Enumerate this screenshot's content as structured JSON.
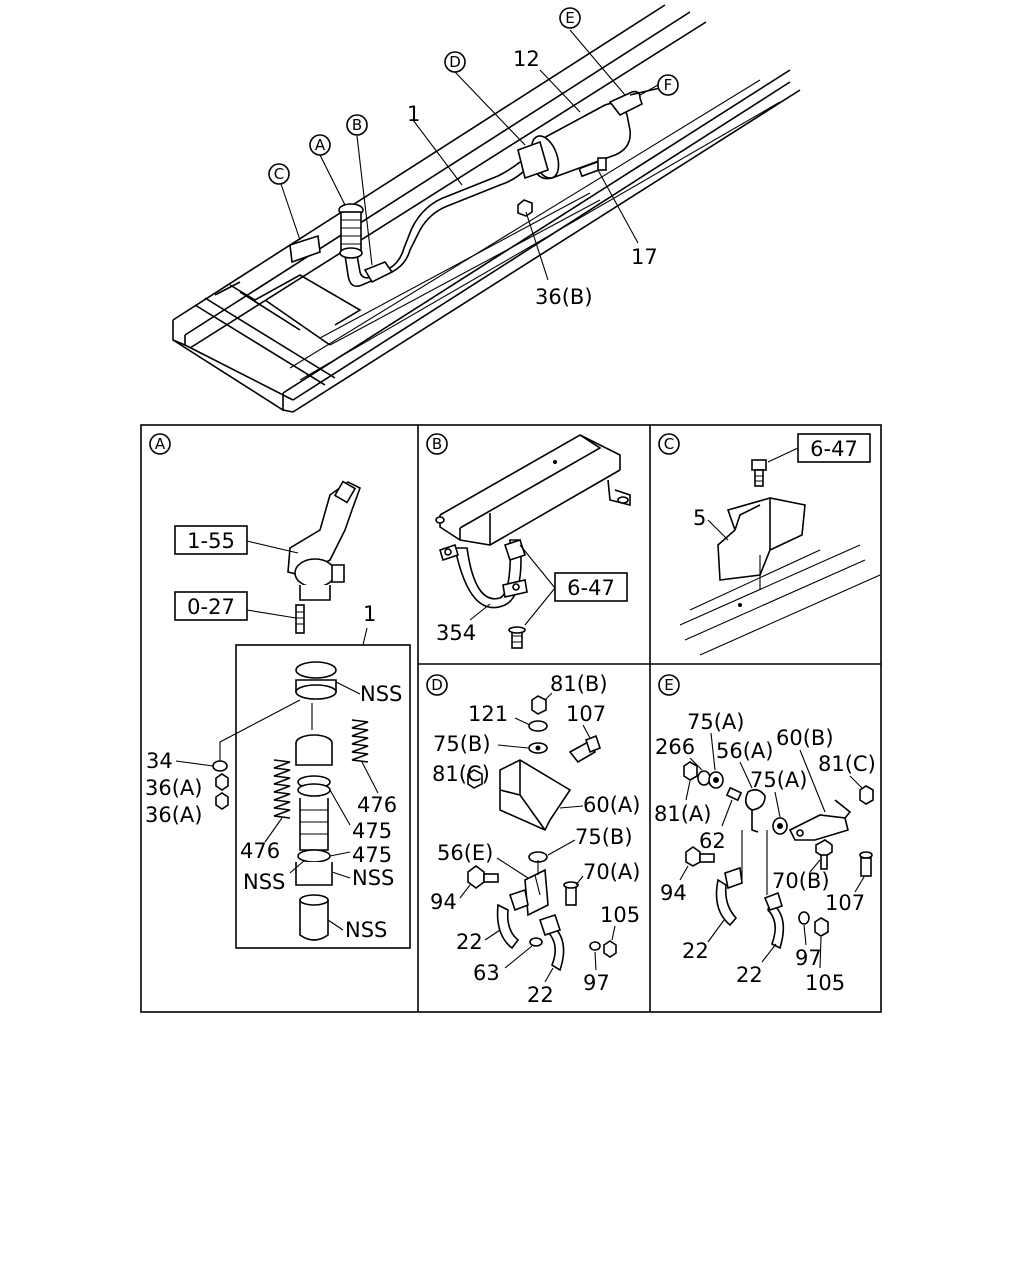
{
  "overview": {
    "callouts": [
      "A",
      "B",
      "C",
      "D",
      "E",
      "F"
    ],
    "part_labels": [
      "12",
      "1",
      "17",
      "36(B)"
    ]
  },
  "panel_a": {
    "id": "A",
    "refs": [
      "1-55",
      "0-27"
    ],
    "labels": [
      "1",
      "NSS",
      "34",
      "36(A)",
      "36(A)",
      "476",
      "475",
      "476",
      "475",
      "NSS",
      "NSS",
      "NSS"
    ]
  },
  "panel_b": {
    "id": "B",
    "refs": [
      "6-47"
    ],
    "labels": [
      "354"
    ]
  },
  "panel_c": {
    "id": "C",
    "refs": [
      "6-47"
    ],
    "labels": [
      "5"
    ]
  },
  "panel_d": {
    "id": "D",
    "labels": [
      "81(B)",
      "121",
      "107",
      "75(B)",
      "81(C)",
      "60(A)",
      "75(B)",
      "56(E)",
      "70(A)",
      "94",
      "105",
      "22",
      "63",
      "97",
      "22"
    ]
  },
  "panel_e": {
    "id": "E",
    "labels": [
      "75(A)",
      "266",
      "56(A)",
      "60(B)",
      "75(A)",
      "81(C)",
      "81(A)",
      "62",
      "94",
      "70(B)",
      "107",
      "22",
      "97",
      "22",
      "105"
    ]
  }
}
